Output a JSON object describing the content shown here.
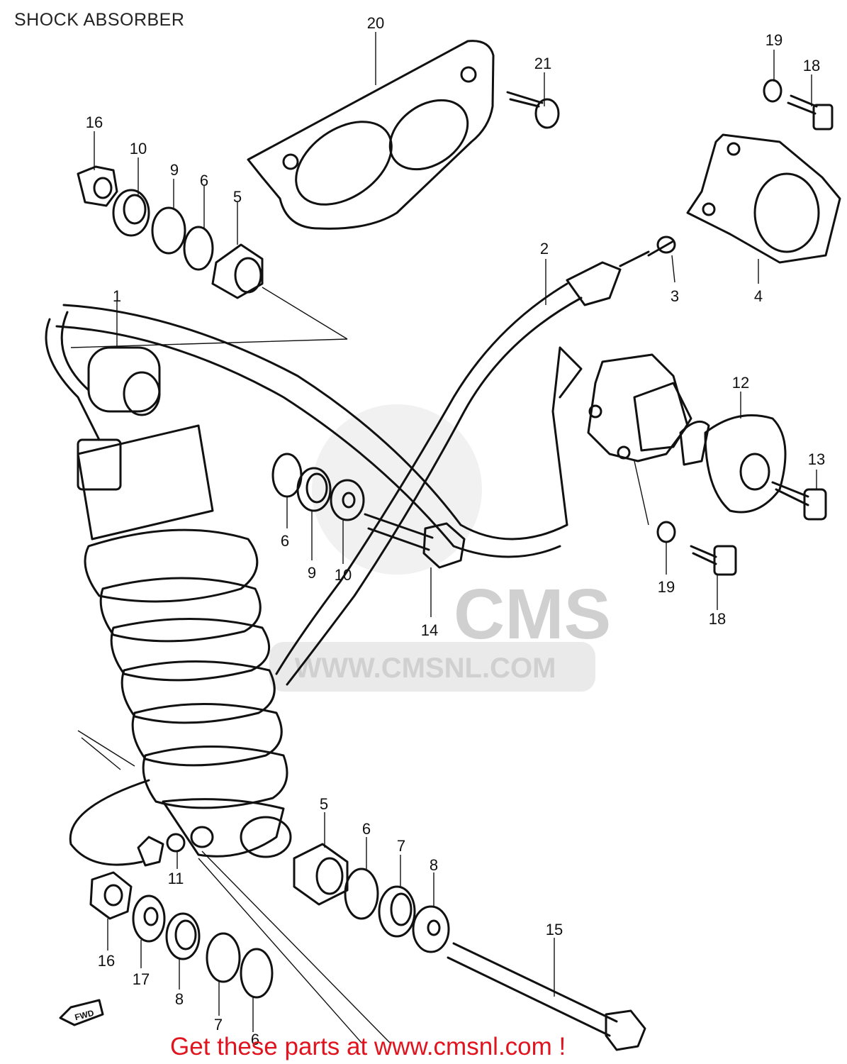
{
  "title": "SHOCK ABSORBER",
  "footer": "Get these parts at www.cmsnl.com !",
  "watermark": {
    "logo": "CMS",
    "url": "WWW.CMSNL.COM"
  },
  "fwd_label": "FWD",
  "colors": {
    "footer": "#e0141e",
    "linework": "#111111",
    "watermark": "#d0d0d0"
  },
  "callouts": [
    "20",
    "21",
    "19",
    "18",
    "16",
    "10",
    "9",
    "6",
    "5",
    "2",
    "3",
    "4",
    "1",
    "12",
    "13",
    "6",
    "9",
    "10",
    "19",
    "18",
    "14",
    "5",
    "6",
    "7",
    "8",
    "11",
    "16",
    "17",
    "8",
    "7",
    "6",
    "15"
  ]
}
